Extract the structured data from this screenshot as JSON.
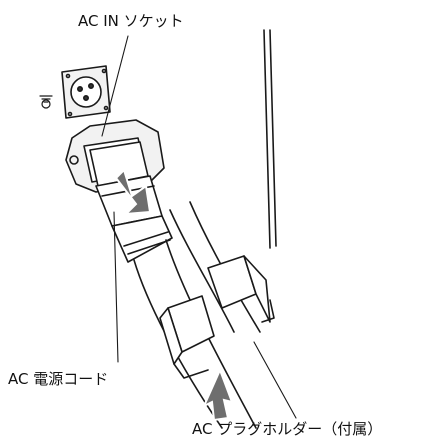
{
  "labels": {
    "ac_in_socket": "AC IN ソケット",
    "ac_power_cord": "AC 電源コード",
    "ac_plug_holder": "AC プラグホルダー（付属）"
  },
  "colors": {
    "line": "#1a1a1a",
    "arrow": "#6e6e6e",
    "arrow_outline": "#ffffff",
    "socket_fill": "#f2f2f2",
    "plug_fill": "#ffffff",
    "dark_fill": "#333333"
  },
  "icons": {
    "ground": "ground-symbol-icon",
    "insert_arrow": "insert-arrow-icon"
  }
}
